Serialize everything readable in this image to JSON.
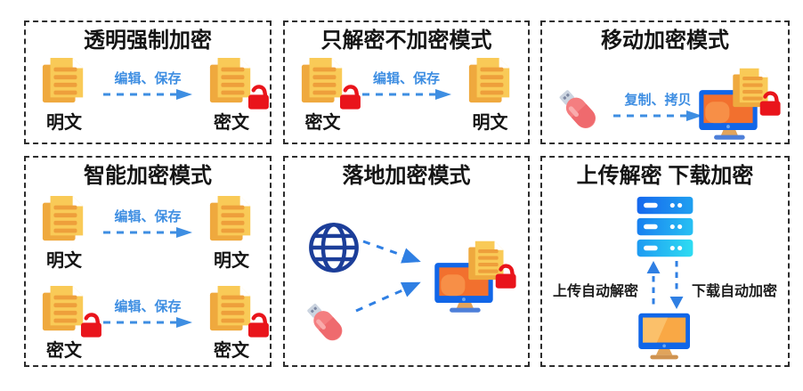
{
  "page": {
    "background": "#ffffff",
    "panel_border": "#2d2d2d",
    "accent_blue": "#3e8ee2",
    "doc_yellow": "#f9ca57",
    "doc_back_yellow": "#efa93e",
    "doc_line_orange": "#ee9f3b",
    "lock_red": "#e9141b",
    "usb_pink": "#f47e80",
    "globe_navy": "#1c3e99",
    "monitor_blue": "#1166e8",
    "screen_orange": "#f2702e",
    "screen_amber": "#f9a845",
    "server_blue": "#1b72e8",
    "server_cyan": "#22c3eb"
  },
  "panels": [
    {
      "title": "透明强制加密",
      "arrow_label": "编辑、保存",
      "source": {
        "icon": "document",
        "label": "明文"
      },
      "target": {
        "icon": "document-locked",
        "label": "密文"
      }
    },
    {
      "title": "只解密不加密模式",
      "arrow_label": "编辑、保存",
      "source": {
        "icon": "document-locked",
        "label": "密文"
      },
      "target": {
        "icon": "document",
        "label": "明文"
      }
    },
    {
      "title": "移动加密模式",
      "arrow_label": "复制、拷贝",
      "source": {
        "icon": "usb-drive"
      },
      "target": {
        "icon": "computer-encrypted"
      }
    },
    {
      "title": "智能加密模式",
      "flows": [
        {
          "arrow_label": "编辑、保存",
          "source": {
            "icon": "document",
            "label": "明文"
          },
          "target": {
            "icon": "document",
            "label": "明文"
          }
        },
        {
          "arrow_label": "编辑、保存",
          "source": {
            "icon": "document-locked",
            "label": "密文"
          },
          "target": {
            "icon": "document-locked",
            "label": "密文"
          }
        }
      ]
    },
    {
      "title": "落地加密模式",
      "sources": [
        {
          "icon": "internet-globe"
        },
        {
          "icon": "usb-drive"
        }
      ],
      "target": {
        "icon": "computer-encrypted"
      }
    },
    {
      "title": "上传解密 下载加密",
      "up_label": "上传自动解密",
      "down_label": "下载自动加密",
      "top": {
        "icon": "server"
      },
      "bottom": {
        "icon": "computer"
      }
    }
  ]
}
